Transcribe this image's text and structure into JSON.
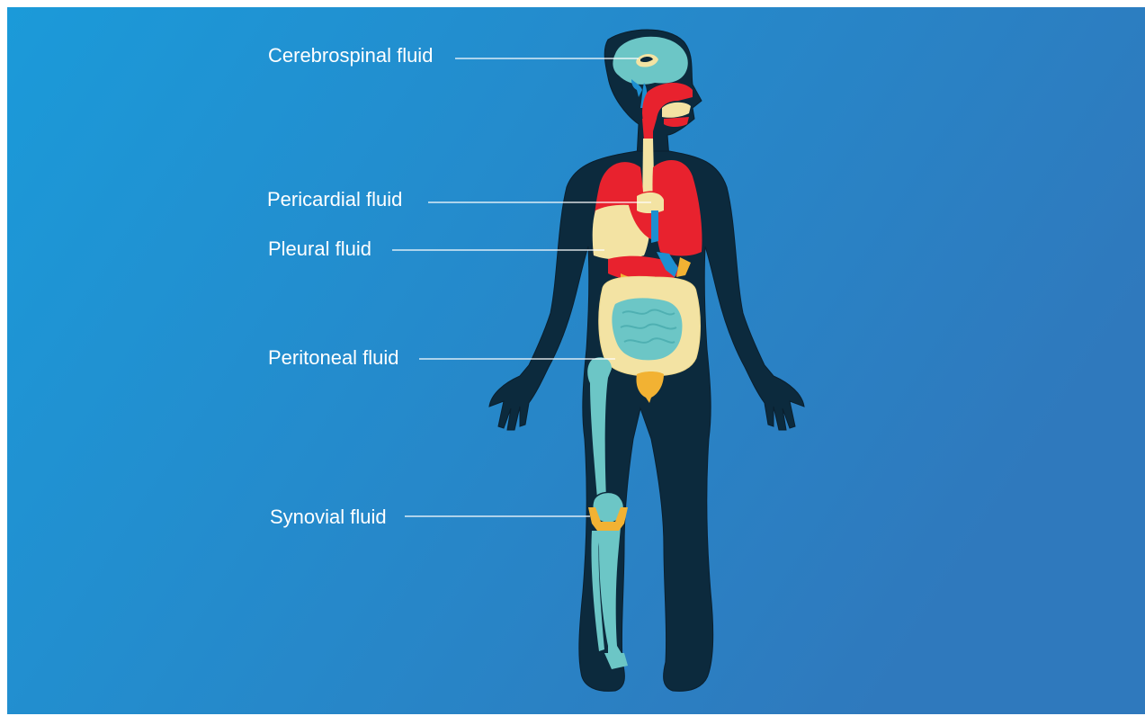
{
  "colors": {
    "background_start": "#1b9ad9",
    "background_end": "#2f79bd",
    "silhouette": "#0c2a3d",
    "organ_red": "#e8222e",
    "cream": "#f3e3a3",
    "teal": "#6cc6c6",
    "orange": "#f2b233",
    "vessel_blue": "#1d8fd1",
    "line": "#ffffff"
  },
  "labels": {
    "cerebrospinal": "Cerebrospinal fluid",
    "pericardial": "Pericardial fluid",
    "pleural": "Pleural fluid",
    "peritoneal": "Peritoneal fluid",
    "synovial": "Synovial fluid"
  },
  "icons": {
    "body": "human-silhouette-icon",
    "brain": "brain-icon",
    "lungs": "lungs-icon",
    "heart": "heart-icon",
    "intestines": "intestines-icon",
    "leg_bones": "leg-skeleton-icon",
    "knee": "knee-joint-icon"
  }
}
